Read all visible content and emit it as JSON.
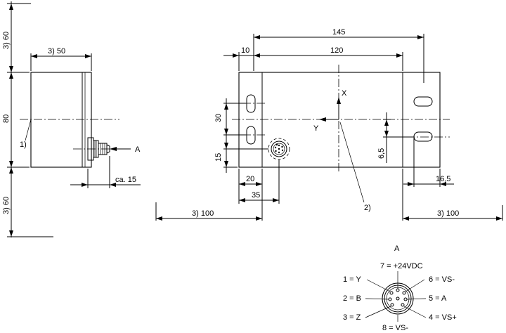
{
  "side_view": {
    "dim_top_60": "3) 60",
    "dim_width_50": "3) 50",
    "dim_height_80": "80",
    "dim_bottom_60": "3) 60",
    "note_1": "1)",
    "connector_callout": "A",
    "dim_ca15": "ca. 15"
  },
  "front_view": {
    "dim_145": "145",
    "dim_120": "120",
    "dim_10": "10",
    "axis_x": "X",
    "axis_y": "Y",
    "dim_30": "30",
    "dim_15": "15",
    "dim_20": "20",
    "dim_35": "35",
    "dim_6_5": "6,5",
    "dim_16_5": "16,5",
    "note_2": "2)",
    "dim_left_100": "3) 100",
    "dim_right_100": "3) 100"
  },
  "pinout": {
    "title": "A",
    "pins": {
      "p7": "7 = +24VDC",
      "p1": "1 = Y",
      "p6": "6 = VS-",
      "p2": "2 = B",
      "p5": "5 = A",
      "p3": "3 = Z",
      "p4": "4 = VS+",
      "p8": "8 = VS-"
    }
  }
}
